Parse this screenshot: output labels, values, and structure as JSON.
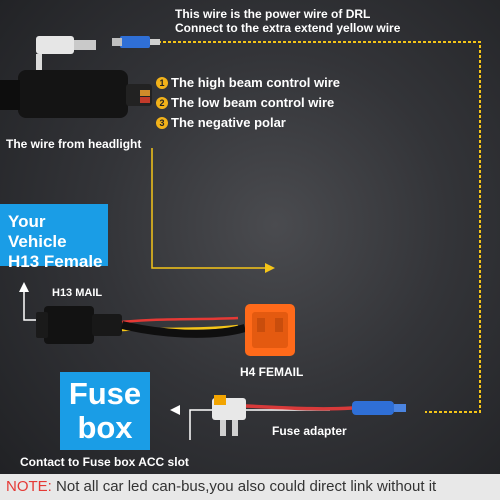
{
  "title": {
    "line1": "This wire is the power wire of DRL",
    "line2": "Connect to the extra extend yellow wire"
  },
  "list": [
    {
      "num": "1",
      "label": "The high beam control wire"
    },
    {
      "num": "2",
      "label": "The low beam control wire"
    },
    {
      "num": "3",
      "label": "The negative polar"
    }
  ],
  "labels": {
    "from_headlight": "The wire from headlight",
    "h13_mail": "H13 MAIL",
    "h4_femail": "H4 FEMAIL",
    "fuse_adapter": "Fuse adapter",
    "fuse_contact": "Contact to Fuse box ACC slot"
  },
  "vehicle_box": {
    "line1": "Your Vehicle",
    "line2": "H13 Female"
  },
  "fuse_box": {
    "line1": "Fuse",
    "line2": "box"
  },
  "footer": {
    "note_label": "NOTE:",
    "note_text": "Not all car led can-bus,you also could direct link without it"
  },
  "colors": {
    "yellow_wire": "#f5c518",
    "red_wire": "#e53935",
    "connector_orange": "#ff6a1a",
    "badge_blue": "#1a9de6",
    "number_badge": "#f2b21a",
    "note_red": "#e53935"
  }
}
